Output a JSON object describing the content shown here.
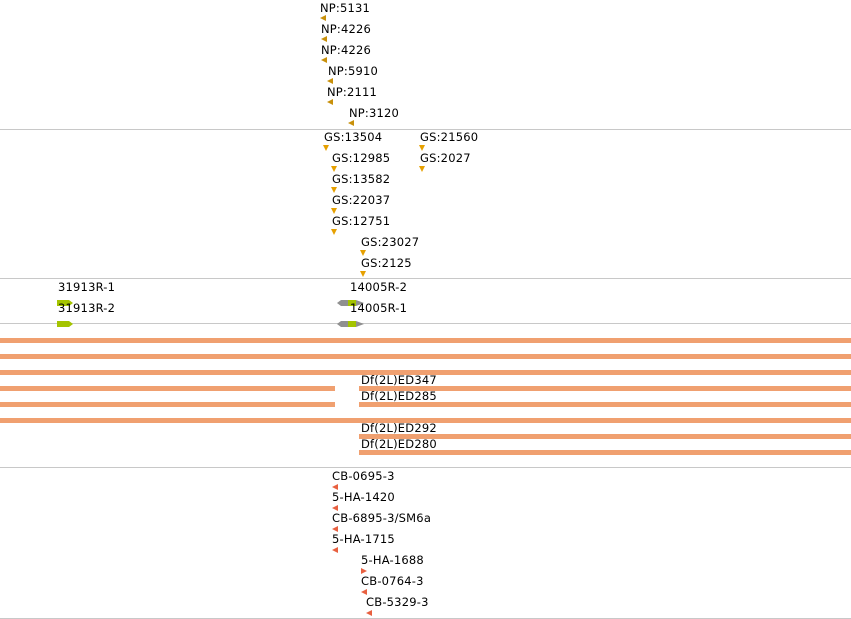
{
  "colors": {
    "np_marker": "#c8900a",
    "gs_marker": "#e6a000",
    "rnai_green": "#a4c400",
    "rnai_gray": "#909090",
    "deficiency_bar": "#f0a070",
    "cb_marker": "#e86040",
    "separator": "#c8c8c8"
  },
  "tracks": {
    "np": {
      "items": [
        {
          "label": "NP:5131",
          "dir": "left"
        },
        {
          "label": "NP:4226",
          "dir": "left"
        },
        {
          "label": "NP:4226",
          "dir": "left"
        },
        {
          "label": "NP:5910",
          "dir": "left"
        },
        {
          "label": "NP:2111",
          "dir": "left"
        },
        {
          "label": "NP:3120",
          "dir": "left"
        }
      ]
    },
    "gs": {
      "items": [
        {
          "label": "GS:13504",
          "dir": "down"
        },
        {
          "label": "GS:21560",
          "dir": "down"
        },
        {
          "label": "GS:12985",
          "dir": "down"
        },
        {
          "label": "GS:2027",
          "dir": "down"
        },
        {
          "label": "GS:13582",
          "dir": "down"
        },
        {
          "label": "GS:22037",
          "dir": "down"
        },
        {
          "label": "GS:12751",
          "dir": "down"
        },
        {
          "label": "GS:23027",
          "dir": "down"
        },
        {
          "label": "GS:2125",
          "dir": "down"
        }
      ]
    },
    "rnai": {
      "items": [
        {
          "label": "31913R-1"
        },
        {
          "label": "31913R-2"
        },
        {
          "label": "14005R-2"
        },
        {
          "label": "14005R-1"
        }
      ]
    },
    "deficiency": {
      "items": [
        {
          "label": "Df(2L)ED347"
        },
        {
          "label": "Df(2L)ED285"
        },
        {
          "label": "Df(2L)ED292"
        },
        {
          "label": "Df(2L)ED280"
        }
      ]
    },
    "cb": {
      "items": [
        {
          "label": "CB-0695-3",
          "dir": "left"
        },
        {
          "label": "5-HA-1420",
          "dir": "left"
        },
        {
          "label": "CB-6895-3/SM6a",
          "dir": "left"
        },
        {
          "label": "5-HA-1715",
          "dir": "left"
        },
        {
          "label": "5-HA-1688",
          "dir": "right"
        },
        {
          "label": "CB-0764-3",
          "dir": "left"
        },
        {
          "label": "CB-5329-3",
          "dir": "left"
        }
      ]
    }
  }
}
